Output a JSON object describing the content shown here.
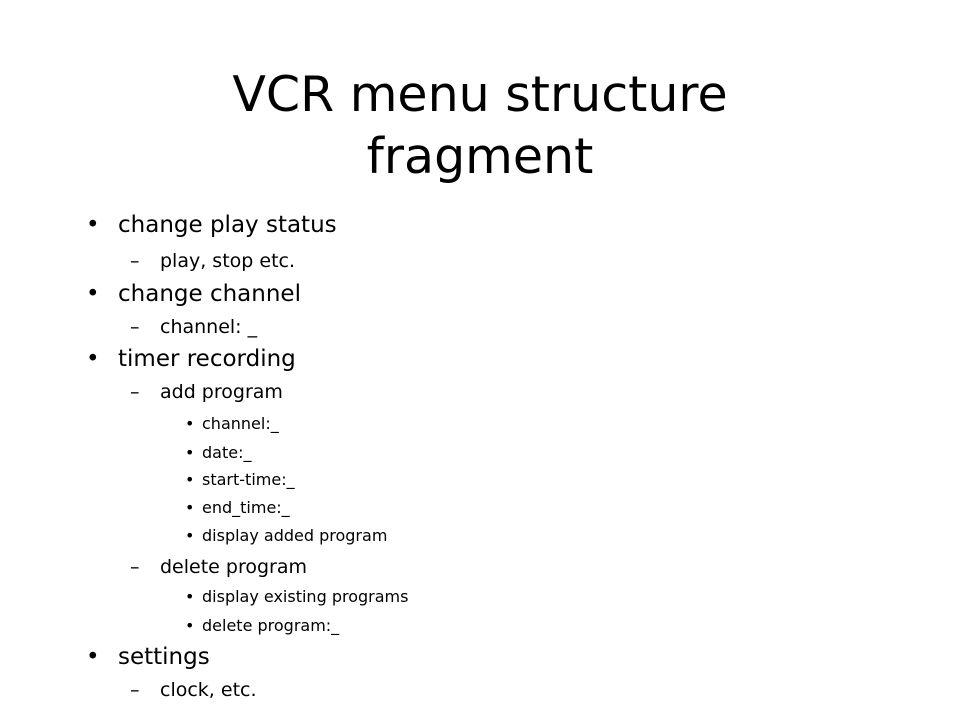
{
  "slide": {
    "title_line1": "VCR menu structure",
    "title_line2": "fragment",
    "bullet_glyph": "•",
    "dash_glyph": "–",
    "items": [
      {
        "label": "change play status",
        "children": [
          {
            "label": "play, stop etc."
          }
        ]
      },
      {
        "label": "change channel",
        "children": [
          {
            "label": "channel: _"
          }
        ]
      },
      {
        "label": "timer recording",
        "children": [
          {
            "label": "add program",
            "children": [
              {
                "label": "channel:_"
              },
              {
                "label": "date:_"
              },
              {
                "label": "start-time:_"
              },
              {
                "label": "end_time:_"
              },
              {
                "label": "display added program"
              }
            ]
          },
          {
            "label": "delete program",
            "children": [
              {
                "label": "display existing programs"
              },
              {
                "label": "delete program:_"
              }
            ]
          }
        ]
      },
      {
        "label": "settings",
        "children": [
          {
            "label": "clock, etc."
          }
        ]
      }
    ]
  }
}
